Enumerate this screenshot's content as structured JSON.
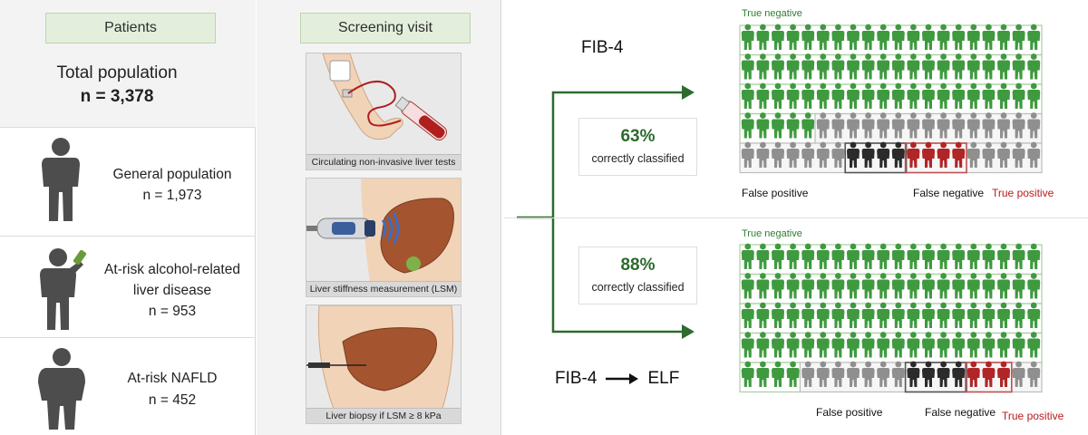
{
  "patients": {
    "header": "Patients",
    "total_label": "Total population",
    "total_n": "n = 3,378",
    "groups": [
      {
        "line1": "General population",
        "line2": "",
        "n": "n = 1,973",
        "icon": "person-icon"
      },
      {
        "line1": "At-risk alcohol-related",
        "line2": "liver disease",
        "n": "n = 953",
        "icon": "person-drinking-icon"
      },
      {
        "line1": "At-risk NAFLD",
        "line2": "",
        "n": "n = 452",
        "icon": "person-overweight-icon"
      }
    ]
  },
  "screening": {
    "header": "Screening visit",
    "steps": [
      {
        "caption": "Circulating non-invasive liver tests",
        "icon": "blood-draw-illustration"
      },
      {
        "caption": "Liver stiffness measurement (LSM)",
        "icon": "elastography-probe-illustration"
      },
      {
        "caption": "Liver biopsy if LSM ≥ 8 kPa",
        "icon": "liver-biopsy-illustration"
      }
    ]
  },
  "results": [
    {
      "algorithm": "FIB-4",
      "percent": "63%",
      "percent_caption": "correctly classified",
      "labels": {
        "true_negative": "True negative",
        "false_positive": "False positive",
        "false_negative": "False negative",
        "true_positive": "True positive"
      },
      "counts": {
        "true_negative": 65,
        "false_positive": 22,
        "false_negative": 4,
        "true_positive": 4
      }
    },
    {
      "algorithm_from": "FIB-4",
      "algorithm_to": "ELF",
      "percent": "88%",
      "percent_caption": "correctly classified",
      "labels": {
        "true_negative": "True negative",
        "false_positive": "False positive",
        "false_negative": "False negative",
        "true_positive": "True positive"
      },
      "counts": {
        "true_negative": 84,
        "false_positive": 7,
        "false_negative": 4,
        "true_positive": 3
      }
    }
  ],
  "colors": {
    "true_negative": "#3f9a3f",
    "false_positive": "#8f8f8f",
    "false_negative": "#2b2b2b",
    "true_positive": "#b02626",
    "arrow": "#2e6b2e",
    "header_fill": "#e3efdc"
  }
}
